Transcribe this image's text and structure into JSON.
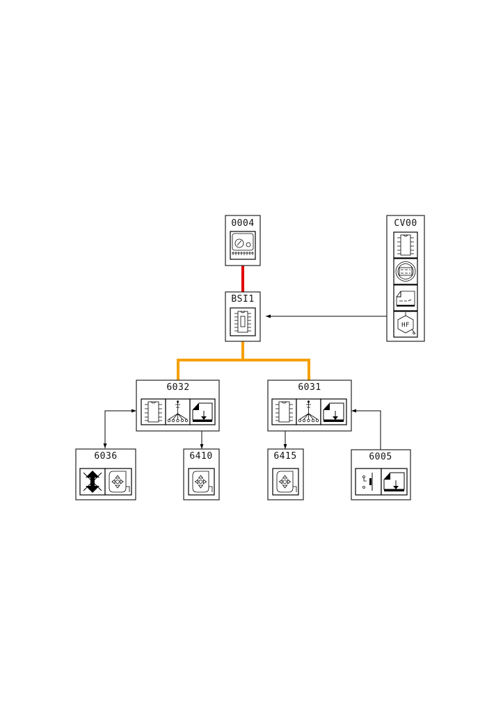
{
  "modules": {
    "m0004": {
      "label": "0004",
      "icons": [
        "gauge-icon"
      ]
    },
    "bsi1": {
      "label": "BSI1",
      "icons": [
        "ecu-chip-icon"
      ]
    },
    "cv00": {
      "label": "CV00",
      "icons": [
        "ic-chip-icon",
        "round-connector-icon",
        "display-panel-icon",
        "hf-antenna-icon"
      ]
    },
    "m6032": {
      "label": "6032",
      "icons": [
        "ic-chip-icon",
        "bus-network-icon",
        "window-lift-icon"
      ]
    },
    "m6031": {
      "label": "6031",
      "icons": [
        "ic-chip-icon",
        "bus-network-icon",
        "window-lift-icon"
      ]
    },
    "m6036": {
      "label": "6036",
      "icons": [
        "anti-pinch-icon",
        "mirror-adjust-icon"
      ]
    },
    "m6410": {
      "label": "6410",
      "icons": [
        "mirror-adjust-icon"
      ]
    },
    "m6415": {
      "label": "6415",
      "icons": [
        "mirror-adjust-icon"
      ]
    },
    "m6005": {
      "label": "6005",
      "icons": [
        "switch-icon",
        "window-lift-icon"
      ]
    }
  },
  "links": [
    {
      "from": "0004",
      "to": "BSI1",
      "color": "#e00000"
    },
    {
      "from": "BSI1",
      "to": "6032",
      "color": "#f5a000"
    },
    {
      "from": "BSI1",
      "to": "6031",
      "color": "#f5a000"
    },
    {
      "from": "CV00",
      "to": "BSI1",
      "color": "#000000"
    },
    {
      "from": "6032",
      "to": "6036",
      "color": "#000000"
    },
    {
      "from": "6036",
      "to": "6032",
      "color": "#000000"
    },
    {
      "from": "6032",
      "to": "6410",
      "color": "#000000"
    },
    {
      "from": "6031",
      "to": "6415",
      "color": "#000000"
    },
    {
      "from": "6005",
      "to": "6031",
      "color": "#000000"
    }
  ],
  "colors": {
    "can_bus": "#e00000",
    "van_bus": "#f5a000",
    "wire": "#000000"
  }
}
